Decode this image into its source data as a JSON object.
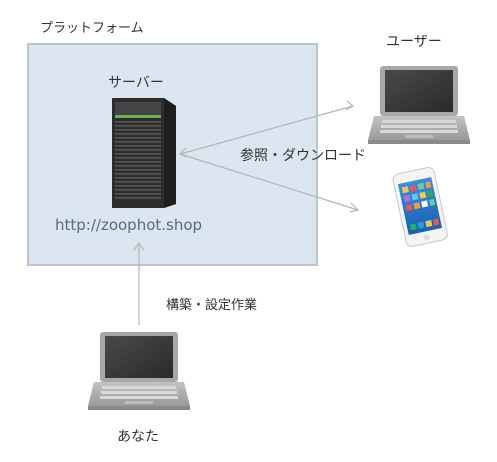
{
  "platform": {
    "label": "プラットフォーム",
    "background_color": "#dce6f0",
    "border_color": "#bcc3cb"
  },
  "server": {
    "label": "サーバー",
    "url": "http://zoophot.shop",
    "icon": "server-tower-icon"
  },
  "users": {
    "label": "ユーザー",
    "devices": [
      {
        "icon": "laptop-icon"
      },
      {
        "icon": "smartphone-icon"
      }
    ]
  },
  "connections": {
    "access_label": "参照・ダウンロード",
    "build_label": "構築・設定作業"
  },
  "you": {
    "label": "あなた",
    "icon": "laptop-icon"
  },
  "colors": {
    "arrow": "#b5b5b5",
    "text": "#333333",
    "url_text": "#5a6a7a"
  }
}
